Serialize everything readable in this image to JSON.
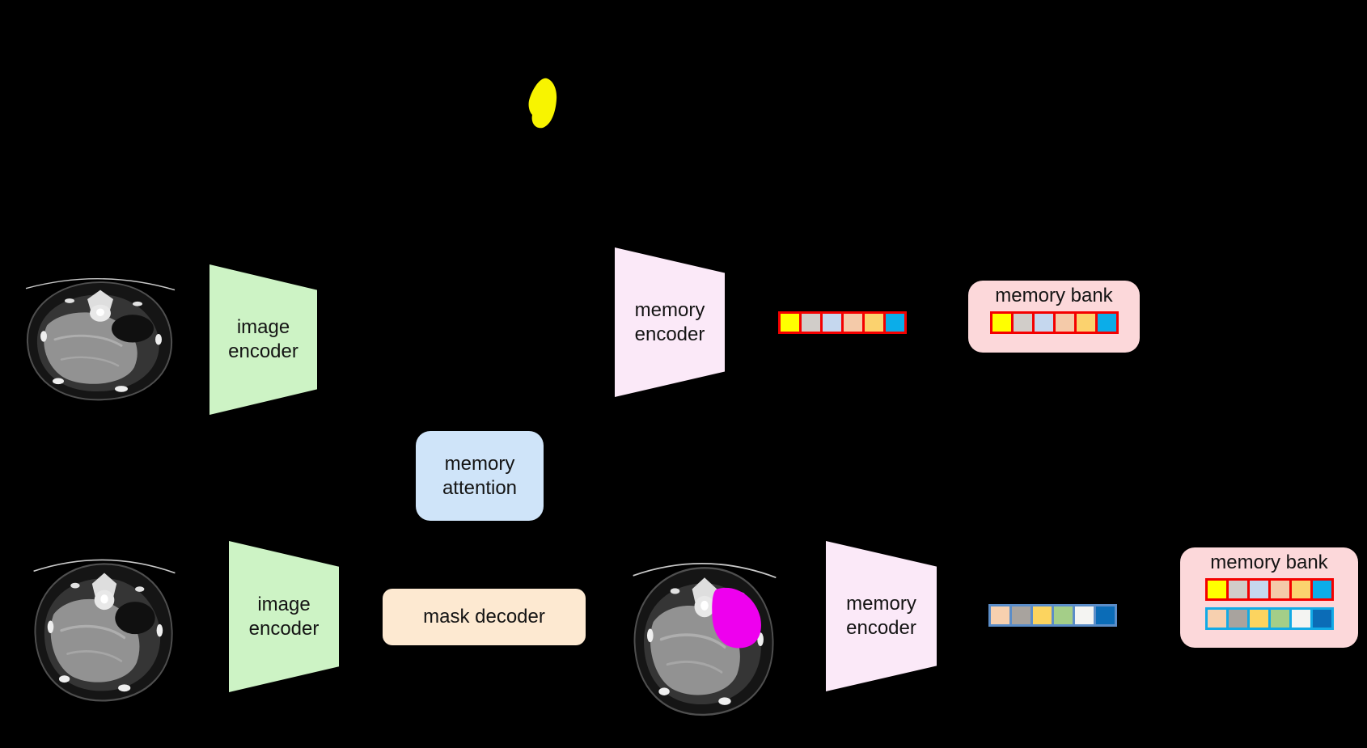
{
  "diagram": {
    "name": "memory-based segmentation architecture diagram",
    "background": "#000000",
    "text_color": "#141414"
  },
  "prompt_mask": {
    "alt": "yellow segmentation mask prompt blob",
    "color": "#f8f400"
  },
  "blocks": {
    "image_encoder_top": {
      "label": "image encoder",
      "fill": "#cdf3c5"
    },
    "image_encoder_bottom": {
      "label": "image encoder",
      "fill": "#cdf3c5"
    },
    "memory_encoder_top": {
      "label": "memory encoder",
      "fill": "#fbe9f8"
    },
    "memory_encoder_bottom": {
      "label": "memory encoder",
      "fill": "#fbe9f8"
    },
    "memory_attention": {
      "label": "memory attention",
      "fill": "#cfe4f9"
    },
    "mask_decoder": {
      "label": "mask decoder",
      "fill": "#fde9d1"
    }
  },
  "token_strips": {
    "top": {
      "border": "#f40000",
      "tokens": [
        "#ffff00",
        "#d1cdc9",
        "#c5d7ee",
        "#f4caa9",
        "#fbd26e",
        "#0bade9"
      ]
    },
    "bottom": {
      "border": "#5b8dc8",
      "tokens": [
        "#f7d0af",
        "#a8a39e",
        "#fcd45f",
        "#a4ce88",
        "#f4f4f2",
        "#0b6cb7"
      ]
    }
  },
  "memory_banks": {
    "top": {
      "title": "memory bank",
      "fill": "#fcd8da",
      "rows": [
        {
          "border": "#f40000",
          "tokens": [
            "#ffff00",
            "#d1cdc9",
            "#c5d7ee",
            "#f4caa9",
            "#fbd26e",
            "#0bade9"
          ]
        }
      ]
    },
    "bottom": {
      "title": "memory bank",
      "fill": "#fcd8da",
      "rows": [
        {
          "border": "#f40000",
          "tokens": [
            "#ffff00",
            "#d1cdc9",
            "#c5d7ee",
            "#f4caa9",
            "#fbd26e",
            "#0bade9"
          ]
        },
        {
          "border": "#12aae6",
          "tokens": [
            "#f7d0af",
            "#a8a39e",
            "#fcd45f",
            "#a4ce88",
            "#f4f4f2",
            "#0b6cb7"
          ]
        }
      ]
    }
  },
  "ct_scans": {
    "top": {
      "alt": "abdominal CT slice (memory frame)"
    },
    "bottom_left": {
      "alt": "abdominal CT slice (current frame)"
    },
    "bottom_middle": {
      "alt": "abdominal CT slice with predicted mask",
      "mask_color": "#ee00ee"
    }
  }
}
